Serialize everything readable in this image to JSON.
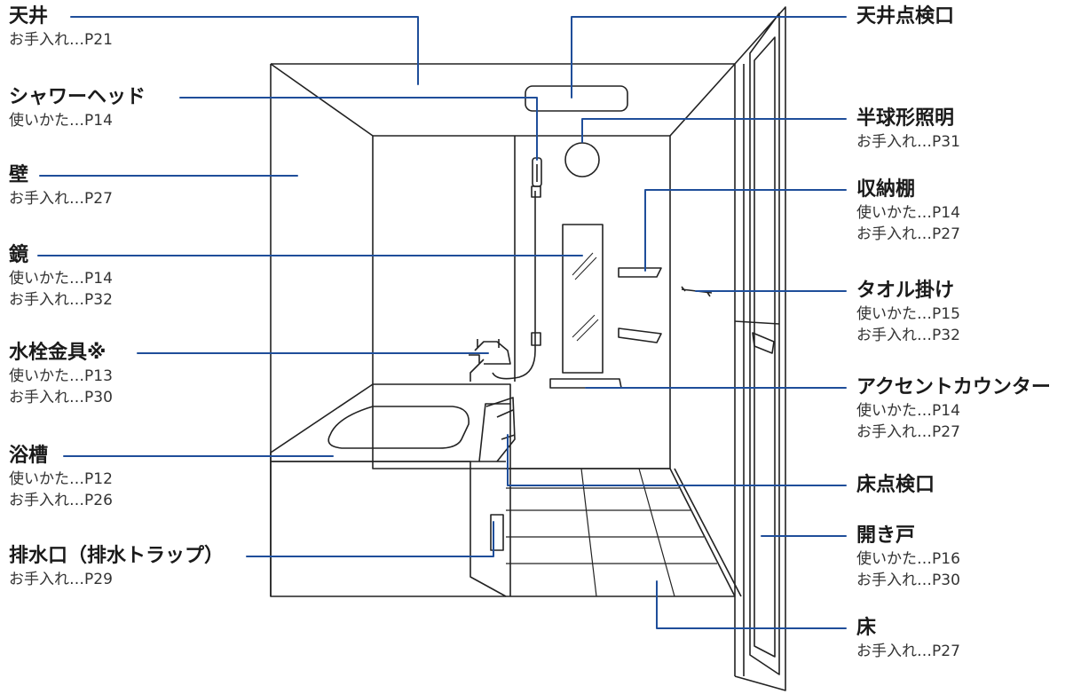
{
  "colors": {
    "leader": "#1f4e9a",
    "drawing": "#222222"
  },
  "labels": [
    {
      "id": "ceiling",
      "title": "天井",
      "lines": [
        "お手入れ…P21"
      ]
    },
    {
      "id": "shower-head",
      "title": "シャワーヘッド",
      "lines": [
        "使いかた…P14"
      ]
    },
    {
      "id": "wall",
      "title": "壁",
      "lines": [
        "お手入れ…P27"
      ]
    },
    {
      "id": "mirror",
      "title": "鏡",
      "lines": [
        "使いかた…P14",
        "お手入れ…P32"
      ]
    },
    {
      "id": "faucet",
      "title": "水栓金具※",
      "lines": [
        "使いかた…P13",
        "お手入れ…P30"
      ]
    },
    {
      "id": "bathtub",
      "title": "浴槽",
      "lines": [
        "使いかた…P12",
        "お手入れ…P26"
      ]
    },
    {
      "id": "drain",
      "title": "排水口（排水トラップ）",
      "lines": [
        "お手入れ…P29"
      ]
    },
    {
      "id": "ceiling-hatch",
      "title": "天井点検口",
      "lines": []
    },
    {
      "id": "dome-light",
      "title": "半球形照明",
      "lines": [
        "お手入れ…P31"
      ]
    },
    {
      "id": "storage-shelf",
      "title": "収納棚",
      "lines": [
        "使いかた…P14",
        "お手入れ…P27"
      ]
    },
    {
      "id": "towel-bar",
      "title": "タオル掛け",
      "lines": [
        "使いかた…P15",
        "お手入れ…P32"
      ]
    },
    {
      "id": "accent-counter",
      "title": "アクセントカウンター",
      "lines": [
        "使いかた…P14",
        "お手入れ…P27"
      ]
    },
    {
      "id": "floor-hatch",
      "title": "床点検口",
      "lines": []
    },
    {
      "id": "hinged-door",
      "title": "開き戸",
      "lines": [
        "使いかた…P16",
        "お手入れ…P30"
      ]
    },
    {
      "id": "floor",
      "title": "床",
      "lines": [
        "お手入れ…P27"
      ]
    }
  ]
}
